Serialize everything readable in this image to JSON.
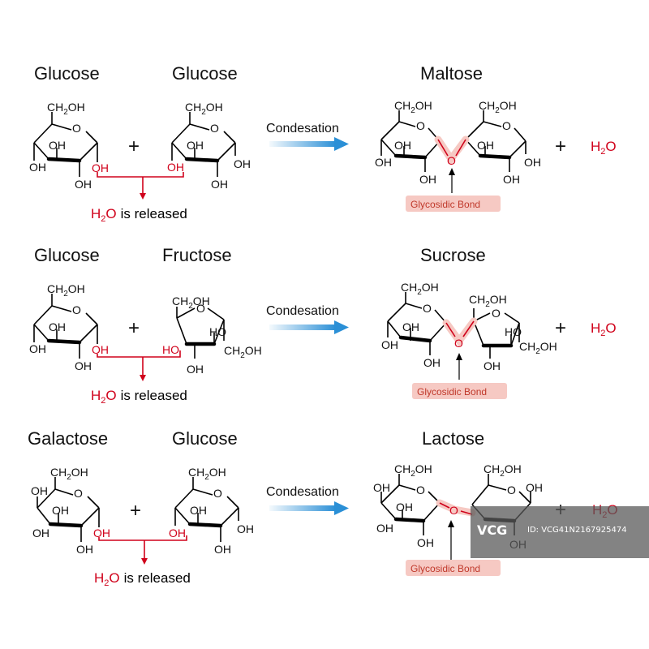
{
  "rows": [
    {
      "left_name": "Glucose",
      "right_name": "Glucose",
      "product_name": "Maltose",
      "process": "Condesation",
      "released": "is released",
      "bond_label": "Glycosidic Bond",
      "water": "H2O"
    },
    {
      "left_name": "Glucose",
      "right_name": "Fructose",
      "product_name": "Sucrose",
      "process": "Condesation",
      "released": "is released",
      "bond_label": "Glycosidic Bond",
      "water": "H2O"
    },
    {
      "left_name": "Galactose",
      "right_name": "Glucose",
      "product_name": "Lactose",
      "process": "Condesation",
      "released": "is released",
      "bond_label": "Glycosidic Bond",
      "water": "H2O"
    }
  ],
  "labels": {
    "ch2oh": "CH2OH",
    "oh": "OH",
    "ho": "HO",
    "o": "O",
    "plus": "+"
  },
  "colors": {
    "accent_red": "#d0021b",
    "arrow_blue": "#2a8fd6",
    "bond_highlight": "#f6c9c3"
  },
  "watermark": {
    "logo": "VCG",
    "id": "ID: VCG41N2167925474"
  }
}
